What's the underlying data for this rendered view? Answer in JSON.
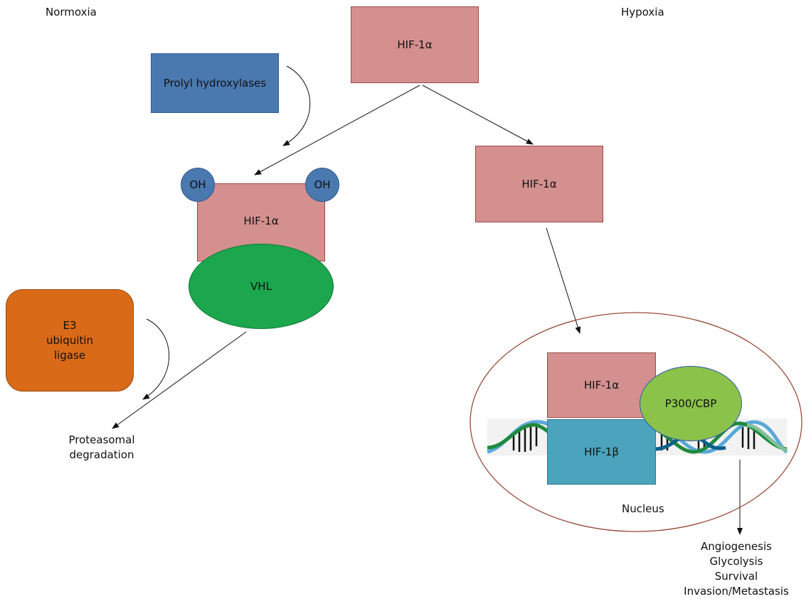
{
  "headings": {
    "normoxia": "Normoxia",
    "hypoxia": "Hypoxia"
  },
  "top_hif": "HIF-1α",
  "prolyl": "Prolyl hydroxylases",
  "oh_left": "OH",
  "oh_right": "OH",
  "normoxia_hif": "HIF-1α",
  "vhl": "VHL",
  "e3": [
    "E3",
    "ubiquitin",
    "ligase"
  ],
  "proteasomal": [
    "Proteasomal",
    "degradation"
  ],
  "hypoxia_hif": "HIF-1α",
  "nucleus": {
    "hif1a": "HIF-1α",
    "hif1b": "HIF-1β",
    "p300": "P300/CBP",
    "label": "Nucleus"
  },
  "outcomes": [
    "Angiogenesis",
    "Glycolysis",
    "Survival",
    "Invasion/Metastasis"
  ],
  "colors": {
    "hif_alpha": "#d4908e",
    "prolyl": "#4a79b0",
    "oh": "#4a79b0",
    "vhl": "#1ca64d",
    "e3": "#d96a18",
    "hif_beta": "#4ba3bd",
    "p300": "#8bc34a",
    "nucleus_border": "#9a4a3a"
  }
}
